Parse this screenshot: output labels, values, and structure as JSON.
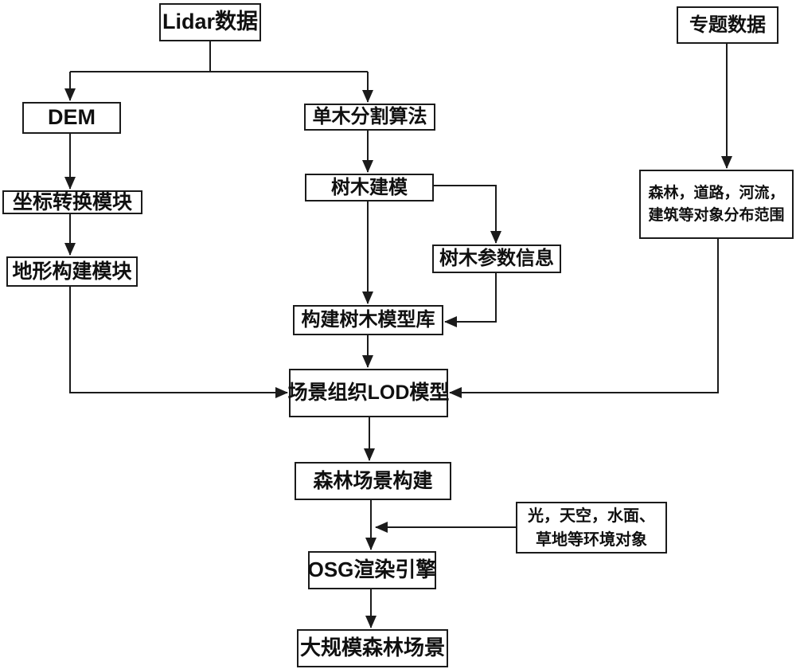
{
  "diagram": {
    "description": "Flowchart of large-scale forest scene construction from Lidar data",
    "colors": {
      "line": "#1b1b1b",
      "box_border": "#1b1b1b",
      "background": "#ffffff",
      "text": "#101010"
    },
    "nodes": {
      "lidar_data": {
        "label": "Lidar数据"
      },
      "thematic_data": {
        "label": "专题数据"
      },
      "dem": {
        "label": "DEM"
      },
      "single_tree_segmentation": {
        "label": "单木分割算法"
      },
      "tree_modeling": {
        "label": "树木建模"
      },
      "object_distribution": {
        "label": "森林，道路，河流，建筑等对象分布范围"
      },
      "coordinate_conversion": {
        "label": "坐标转换模块"
      },
      "terrain_construction": {
        "label": "地形构建模块"
      },
      "tree_parameter_info": {
        "label": "树木参数信息"
      },
      "tree_model_library": {
        "label": "构建树木模型库"
      },
      "scene_lod_model": {
        "label": "场景组织LOD模型"
      },
      "forest_scene_construction": {
        "label": "森林场景构建"
      },
      "environment_objects": {
        "label": "光，天空，水面、草地等环境对象"
      },
      "osg_render_engine": {
        "label": "OSG渲染引擎"
      },
      "large_scale_forest_scene": {
        "label": "大规模森林场景"
      }
    },
    "edges": [
      "lidar_data -> dem",
      "lidar_data -> single_tree_segmentation",
      "dem -> coordinate_conversion",
      "coordinate_conversion -> terrain_construction",
      "terrain_construction -> scene_lod_model",
      "single_tree_segmentation -> tree_modeling",
      "tree_modeling -> tree_model_library",
      "tree_modeling -> tree_parameter_info",
      "tree_parameter_info -> tree_model_library",
      "tree_model_library -> scene_lod_model",
      "thematic_data -> object_distribution",
      "object_distribution -> scene_lod_model",
      "scene_lod_model -> forest_scene_construction",
      "forest_scene_construction -> osg_render_engine",
      "environment_objects -> osg_render_engine",
      "osg_render_engine -> large_scale_forest_scene"
    ]
  }
}
